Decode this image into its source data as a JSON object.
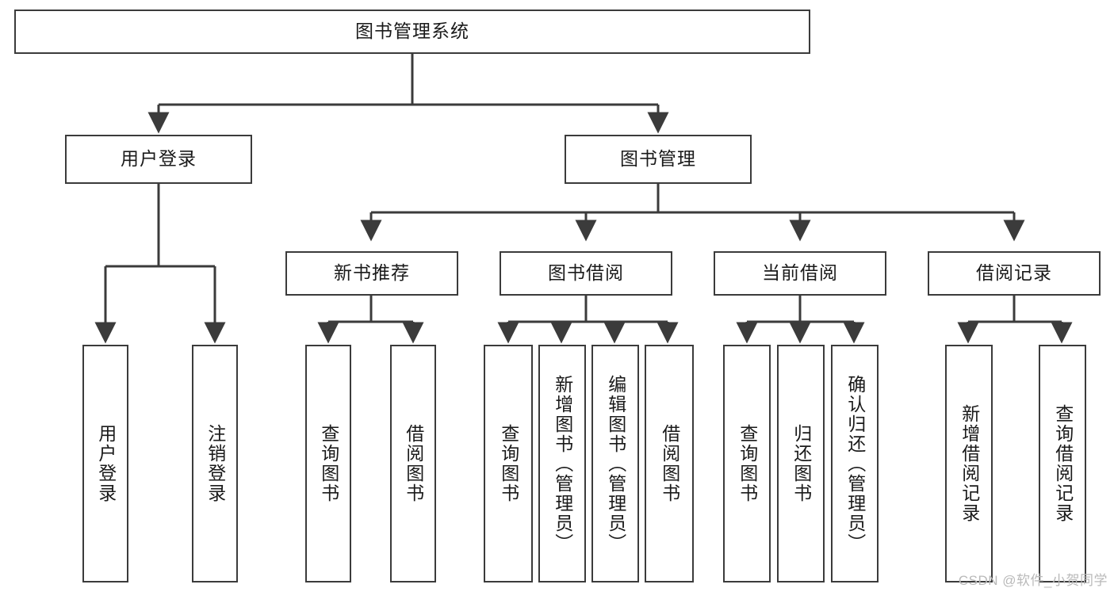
{
  "diagram": {
    "title": "图书管理系统",
    "type": "tree-hierarchy-chart",
    "watermark": "CSDN @软件_小贺同学",
    "colors": {
      "box_border": "#3b3b3b",
      "box_fill": "#ffffff",
      "edge": "#3b3b3b",
      "text": "#1a1a1a",
      "watermark": "#b9b9b9",
      "background": "#ffffff"
    },
    "levels": {
      "root": {
        "label": "图书管理系统"
      },
      "level2": [
        {
          "id": "user-login",
          "label": "用户登录"
        },
        {
          "id": "book-management",
          "label": "图书管理"
        }
      ],
      "level3": [
        {
          "id": "new-book-recommend",
          "label": "新书推荐",
          "parent": "book-management"
        },
        {
          "id": "book-borrow",
          "label": "图书借阅",
          "parent": "book-management"
        },
        {
          "id": "current-borrow",
          "label": "当前借阅",
          "parent": "book-management"
        },
        {
          "id": "borrow-record",
          "label": "借阅记录",
          "parent": "book-management"
        }
      ],
      "leaves": [
        {
          "id": "leaf-user-login",
          "label": "用户登录",
          "parent": "user-login"
        },
        {
          "id": "leaf-logout-login",
          "label": "注销登录",
          "parent": "user-login"
        },
        {
          "id": "leaf-query-book-1",
          "label": "查询图书",
          "parent": "new-book-recommend"
        },
        {
          "id": "leaf-borrow-book-1",
          "label": "借阅图书",
          "parent": "new-book-recommend"
        },
        {
          "id": "leaf-query-book-2",
          "label": "查询图书",
          "parent": "book-borrow"
        },
        {
          "id": "leaf-add-book",
          "label": "新增图书（管理员）",
          "parent": "book-borrow"
        },
        {
          "id": "leaf-edit-book",
          "label": "编辑图书（管理员）",
          "parent": "book-borrow"
        },
        {
          "id": "leaf-borrow-book-2",
          "label": "借阅图书",
          "parent": "book-borrow"
        },
        {
          "id": "leaf-query-book-3",
          "label": "查询图书",
          "parent": "current-borrow"
        },
        {
          "id": "leaf-return-book",
          "label": "归还图书",
          "parent": "current-borrow"
        },
        {
          "id": "leaf-confirm-return",
          "label": "确认归还（管理员）",
          "parent": "current-borrow"
        },
        {
          "id": "leaf-add-record",
          "label": "新增借阅记录",
          "parent": "borrow-record"
        },
        {
          "id": "leaf-query-record",
          "label": "查询借阅记录",
          "parent": "borrow-record"
        }
      ]
    }
  }
}
